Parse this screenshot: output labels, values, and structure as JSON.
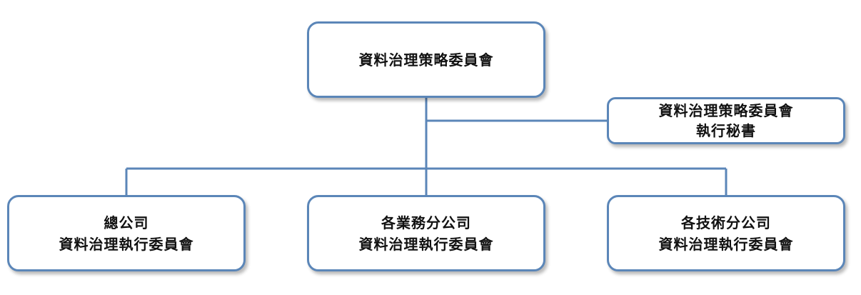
{
  "diagram": {
    "top_committee": {
      "line1": "資料治理策略委員會"
    },
    "secretary": {
      "line1": "資料治理策略委員會",
      "line2": "執行秘書"
    },
    "children": [
      {
        "line1": "總公司",
        "line2": "資料治理執行委員會"
      },
      {
        "line1": "各業務分公司",
        "line2": "資料治理執行委員會"
      },
      {
        "line1": "各技術分公司",
        "line2": "資料治理執行委員會"
      }
    ],
    "colors": {
      "border": "#5b86b8",
      "connector": "#5b86b8",
      "text": "#111111"
    }
  }
}
